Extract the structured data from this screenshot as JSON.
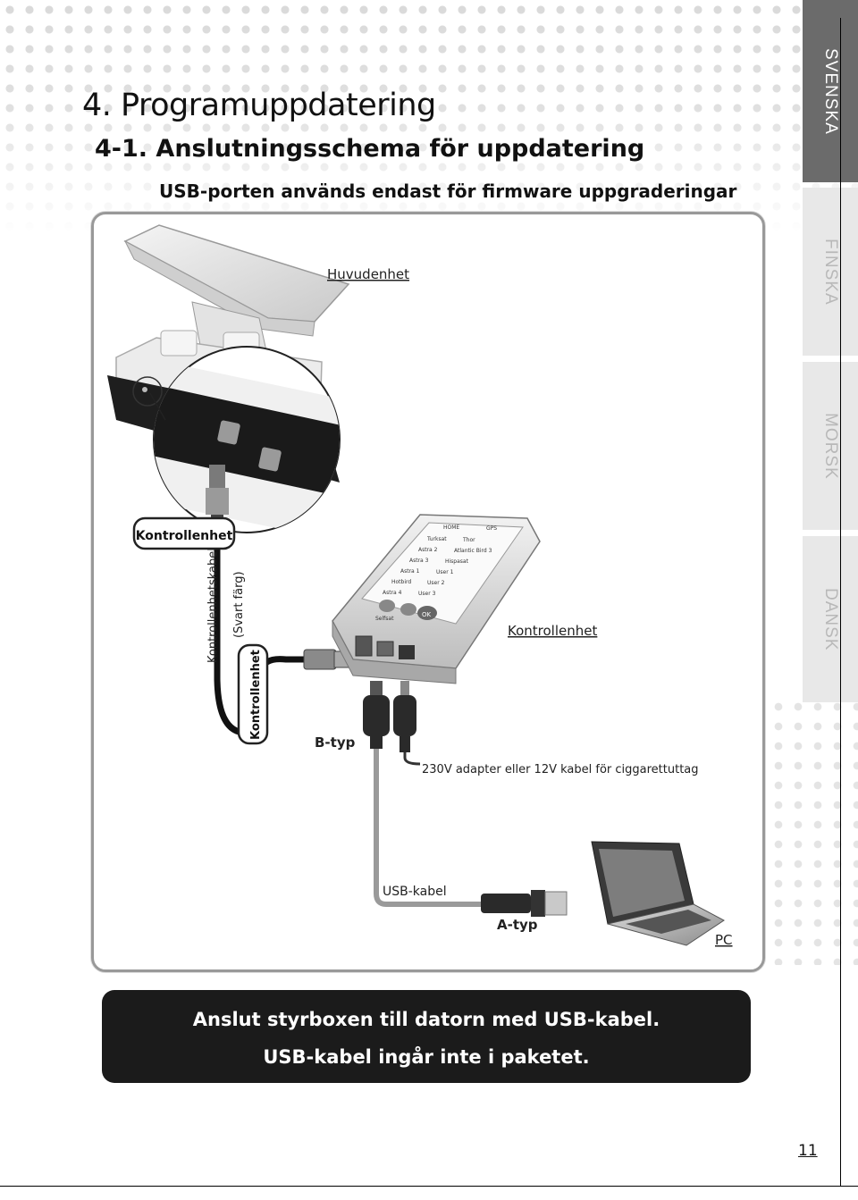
{
  "section_title": "4. Programuppdatering",
  "subsection_title": "4-1. Anslutningsschema för uppdatering",
  "subtitle": "USB-porten används endast för firmware uppgraderingar",
  "side_tabs": [
    {
      "label": "SVENSKA",
      "active": true
    },
    {
      "label": "FINSKA",
      "active": false
    },
    {
      "label": "MORSK",
      "active": false
    },
    {
      "label": "DANSK",
      "active": false
    }
  ],
  "diagram": {
    "head_unit_label": "Huvudenhet",
    "controller_tag": "Kontrollenhet",
    "controller_cable_label": "Kontrollenhetskabel",
    "cable_color_note": "(Svart färg)",
    "controller_tag_vertical": "Kontrollenhet",
    "controller_label": "Kontrollenhet",
    "b_type_label": "B-typ",
    "power_label": "230V adapter eller 12V kabel för ciggarettuttag",
    "usb_cable_label": "USB-kabel",
    "a_type_label": "A-typ",
    "pc_label": "PC",
    "controller_screen": {
      "top_buttons": [
        "HOME",
        "GPS"
      ],
      "rows": [
        [
          "Turksat",
          "Thor"
        ],
        [
          "Astra 2",
          "Atlantic Bird 3"
        ],
        [
          "Astra 3",
          "Hispasat"
        ],
        [
          "Astra 1",
          "User 1"
        ],
        [
          "Hotbird",
          "User 2"
        ],
        [
          "Astra 4",
          "User 3"
        ]
      ],
      "ok_label": "OK",
      "brand": "Selfsat"
    }
  },
  "caption_line1": "Anslut styrboxen till datorn med USB-kabel.",
  "caption_line2": "USB-kabel ingår inte i paketet.",
  "page_number": "11"
}
